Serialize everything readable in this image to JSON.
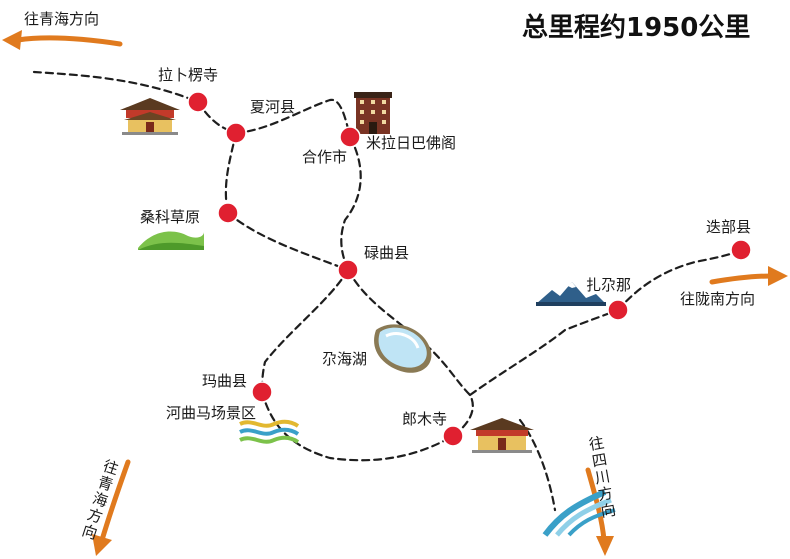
{
  "title": "总里程约1950公里",
  "places": {
    "labuleng": "拉卜楞寺",
    "xiahe": "夏河县",
    "hezuo": "合作市",
    "milarepa": "米拉日巴佛阁",
    "sangke": "桑科草原",
    "luqu": "碌曲县",
    "gahai": "尕海湖",
    "maqu": "玛曲县",
    "maqu_horse": "河曲马场景区",
    "langmu": "郎木寺",
    "zhaerna": "扎尕那",
    "diebu": "迭部县"
  },
  "directions": {
    "qinghai_top": "往青海方向",
    "qinghai_bottom": [
      "往",
      "青",
      "海",
      "方",
      "向"
    ],
    "longnan": "往陇南方向",
    "sichuan": [
      "往",
      "四",
      "川",
      "方",
      "向"
    ]
  },
  "colors": {
    "arrow": "#e07a1e",
    "node": "#e02030",
    "route": "#1e1e1e",
    "lake": "#bfe4f5",
    "grass": "#7cc24a"
  },
  "icons": [
    "temple-icon",
    "tower-icon",
    "grassland-icon",
    "lake-icon",
    "mountain-icon",
    "river-icon",
    "stream-icon"
  ]
}
